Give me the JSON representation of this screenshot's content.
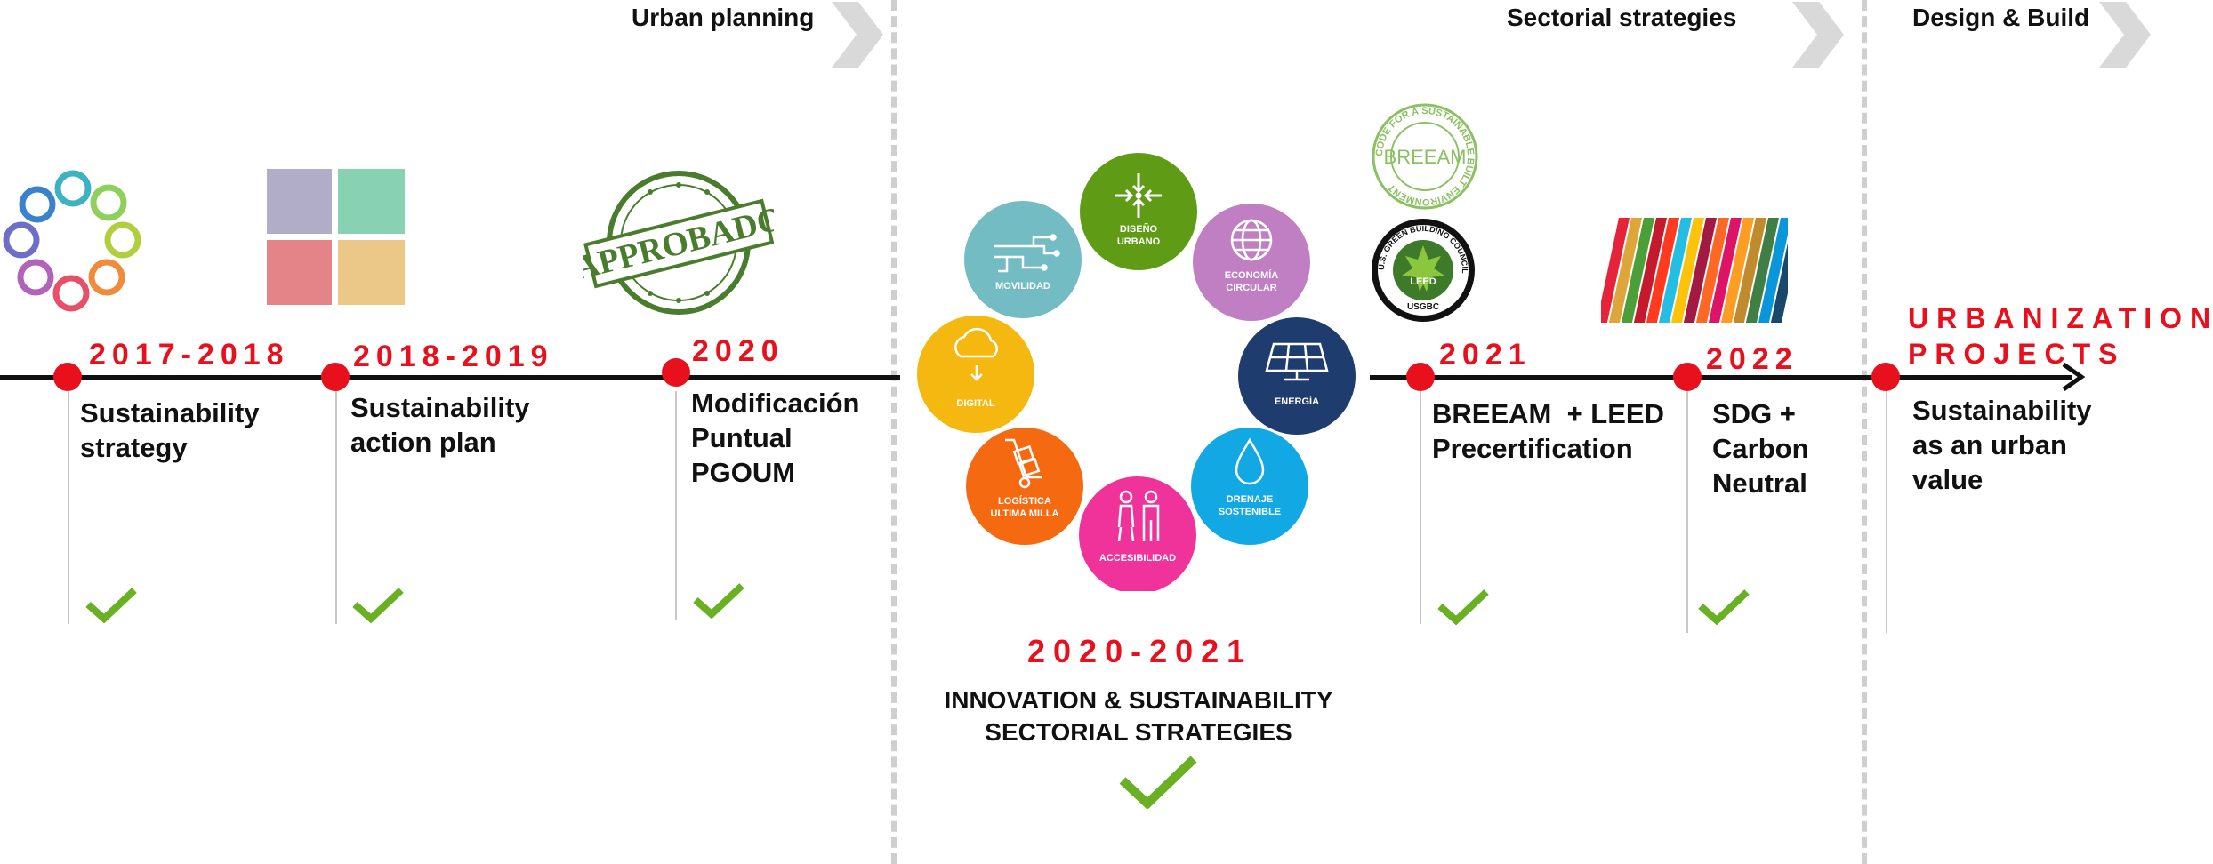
{
  "phases": {
    "urban_planning": "Urban planning",
    "sectorial_strategies": "Sectorial strategies",
    "design_build": "Design & Build"
  },
  "milestones": [
    {
      "year": "2017-2018",
      "label_lines": [
        "Sustainability",
        "strategy"
      ],
      "done": true
    },
    {
      "year": "2018-2019",
      "label_lines": [
        "Sustainability",
        "action plan"
      ],
      "done": true
    },
    {
      "year": "2020",
      "label_lines": [
        "Modificación",
        "Puntual",
        "PGOUM"
      ],
      "done": true
    },
    {
      "year": "2021",
      "label_lines": [
        "BREEAM  + LEED",
        "Precertification"
      ],
      "done": true
    },
    {
      "year": "2022",
      "label_lines": [
        "SDG +",
        "Carbon",
        "Neutral"
      ],
      "done": true
    },
    {
      "year_lines": [
        "URBANIZATION",
        "PROJECTS"
      ],
      "label_lines": [
        "Sustainability",
        "as an urban",
        "value"
      ],
      "done": false
    }
  ],
  "center": {
    "year": "2020-2021",
    "title_lines": [
      "INNOVATION & SUSTAINABILITY",
      "SECTORIAL STRATEGIES"
    ],
    "circles": [
      {
        "label": [
          "DISEÑO",
          "URBANO"
        ],
        "color": "#5f9b14",
        "icon": "converge-arrows-icon"
      },
      {
        "label": [
          "ECONOMÍA",
          "CIRCULAR"
        ],
        "color": "#c07fc2",
        "icon": "globe-icon"
      },
      {
        "label": [
          "ENERGÍA"
        ],
        "color": "#1f3c6e",
        "icon": "solar-panel-icon"
      },
      {
        "label": [
          "DRENAJE",
          "SOSTENIBLE"
        ],
        "color": "#12a8e4",
        "icon": "water-drop-icon"
      },
      {
        "label": [
          "ACCESIBILIDAD"
        ],
        "color": "#f0339b",
        "icon": "people-icon"
      },
      {
        "label": [
          "LOGÍSTICA",
          "ULTIMA MILLA"
        ],
        "color": "#f56a10",
        "icon": "hand-truck-icon"
      },
      {
        "label": [
          "DIGITAL"
        ],
        "color": "#f5b811",
        "icon": "cloud-upload-icon"
      },
      {
        "label": [
          "MOVILIDAD"
        ],
        "color": "#74bcc3",
        "icon": "circuit-icon"
      }
    ]
  },
  "logos": {
    "stamp": "APPROBADO",
    "breeam": "BREEAM",
    "breeam_ring": "CODE FOR A SUSTAINABLE BUILT ENVIRONMENT",
    "leed_ring": "U.S. GREEN BUILDING COUNCIL",
    "leed": "LEED",
    "usgbc": "USGBC"
  },
  "colors": {
    "accent": "#e8101c",
    "check": "#6ab023",
    "axis": "#111111",
    "divider": "#cfcfcf"
  }
}
